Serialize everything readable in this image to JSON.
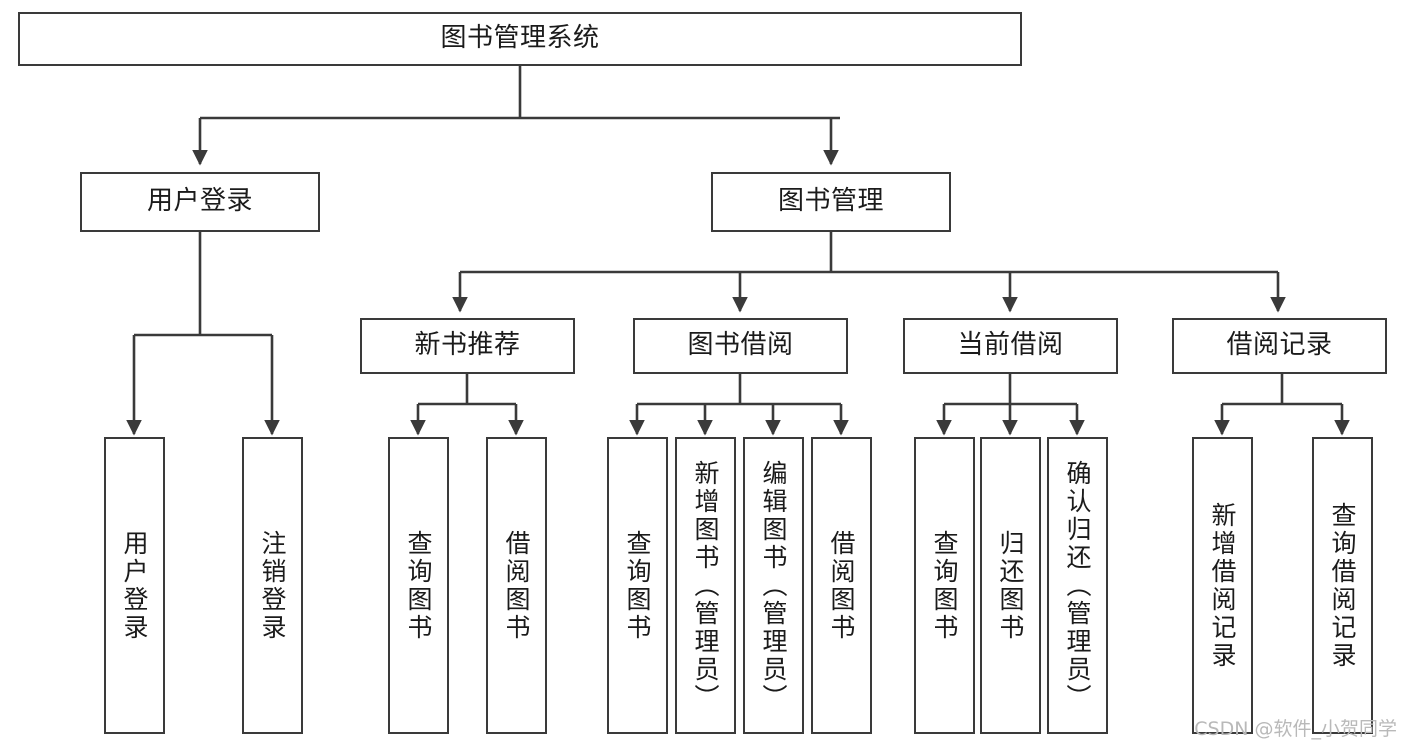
{
  "diagram": {
    "type": "tree-hierarchy",
    "title": "图书管理系统",
    "watermark": "CSDN @软件_小贺同学",
    "colors": {
      "box_border": "#3a3a3a",
      "box_fill": "#ffffff",
      "connector": "#3a3a3a",
      "text": "#1b1b1b",
      "watermark": "#b9b9b9",
      "background": "#ffffff"
    },
    "root": {
      "label": "图书管理系统"
    },
    "level2": [
      {
        "id": "user-login",
        "label": "用户登录"
      },
      {
        "id": "book-management",
        "label": "图书管理"
      }
    ],
    "level3": [
      {
        "id": "new-book-recommend",
        "label": "新书推荐"
      },
      {
        "id": "book-borrow",
        "label": "图书借阅"
      },
      {
        "id": "current-borrow",
        "label": "当前借阅"
      },
      {
        "id": "borrow-record",
        "label": "借阅记录"
      }
    ],
    "leaves": {
      "user_login": [
        {
          "id": "leaf-user-login",
          "label": "用户登录"
        },
        {
          "id": "leaf-logout-login",
          "label": "注销登录"
        }
      ],
      "new_book_recommend": [
        {
          "id": "leaf-query-book-1",
          "label": "查询图书"
        },
        {
          "id": "leaf-borrow-book-1",
          "label": "借阅图书"
        }
      ],
      "book_borrow": [
        {
          "id": "leaf-query-book-2",
          "label": "查询图书"
        },
        {
          "id": "leaf-add-book",
          "label": "新增图书（管理员）"
        },
        {
          "id": "leaf-edit-book",
          "label": "编辑图书（管理员）"
        },
        {
          "id": "leaf-borrow-book-2",
          "label": "借阅图书"
        }
      ],
      "current_borrow": [
        {
          "id": "leaf-query-book-3",
          "label": "查询图书"
        },
        {
          "id": "leaf-return-book",
          "label": "归还图书"
        },
        {
          "id": "leaf-confirm-return",
          "label": "确认归还（管理员）"
        }
      ],
      "borrow_record": [
        {
          "id": "leaf-add-record",
          "label": "新增借阅记录"
        },
        {
          "id": "leaf-query-record",
          "label": "查询借阅记录"
        }
      ]
    }
  }
}
